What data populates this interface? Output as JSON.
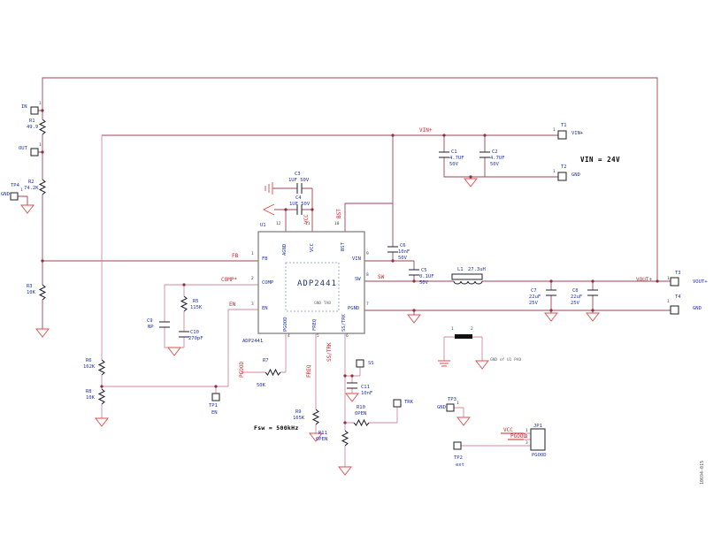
{
  "figure_number": "10694-015",
  "annotations": {
    "vin_voltage": "VIN = 24V",
    "switching_freq": "Fsw = 500kHz",
    "gnd_pad_note": "GND of U1 PAD"
  },
  "ic": {
    "ref": "U1",
    "name": "ADP2441",
    "sub_label": "ADP2441",
    "tab_label": "GND TAB",
    "pins": {
      "fb": {
        "num": "1",
        "name": "FB"
      },
      "comp": {
        "num": "2",
        "name": "COMP"
      },
      "en": {
        "num": "3",
        "name": "EN"
      },
      "pgood": {
        "num": "4",
        "name": "PGOOD"
      },
      "freq": {
        "num": "5",
        "name": "FREQ"
      },
      "sstrk": {
        "num": "6",
        "name": "SS/TRK"
      },
      "pgnd": {
        "num": "7",
        "name": "PGND"
      },
      "sw": {
        "num": "8",
        "name": "SW"
      },
      "vin": {
        "num": "9",
        "name": "VIN"
      },
      "bst": {
        "num": "10",
        "name": "BST"
      },
      "vcc": {
        "num": "11",
        "name": "VCC"
      },
      "agnd": {
        "num": "12",
        "name": "AGND"
      }
    }
  },
  "resistors": {
    "r1": {
      "ref": "R1",
      "value": "49.9"
    },
    "r2": {
      "ref": "R2",
      "value": "74.2K"
    },
    "r3": {
      "ref": "R3",
      "value": "10K"
    },
    "r5": {
      "ref": "R5",
      "value": "115K"
    },
    "r6": {
      "ref": "R6",
      "value": "162K"
    },
    "r7": {
      "ref": "R7",
      "value": "50K"
    },
    "r8": {
      "ref": "R8",
      "value": "10K"
    },
    "r9": {
      "ref": "R9",
      "value": "165K"
    },
    "r10": {
      "ref": "R10",
      "value": "OPEN"
    },
    "r11": {
      "ref": "R11",
      "value": "OPEN"
    }
  },
  "capacitors": {
    "c1": {
      "ref": "C1",
      "value": "4.7UF",
      "rating": "50V"
    },
    "c2": {
      "ref": "C2",
      "value": "4.7UF",
      "rating": "50V"
    },
    "c3": {
      "ref": "C3",
      "value": "1UF 50V"
    },
    "c4": {
      "ref": "C4",
      "value": "1UF 50V"
    },
    "c5": {
      "ref": "C5",
      "value": "0.1UF",
      "rating": "50V"
    },
    "c6": {
      "ref": "C6",
      "value": "10nF",
      "rating": "50V"
    },
    "c7": {
      "ref": "C7",
      "value": "22uF",
      "rating": "25V"
    },
    "c8": {
      "ref": "C8",
      "value": "22uF",
      "rating": "25V"
    },
    "c9": {
      "ref": "C9",
      "value": "NP"
    },
    "c10": {
      "ref": "C10",
      "value": "270pF"
    },
    "c11": {
      "ref": "C11",
      "value": "10nF"
    }
  },
  "inductor": {
    "ref": "L1",
    "value": "27.3uH"
  },
  "net_labels": {
    "vin_plus": "VIN+",
    "sw": "SW",
    "vout_plus": "VOUT+",
    "fb": "FB",
    "comp": "COMP*",
    "en": "EN",
    "vcc": "VCC",
    "bst": "BST",
    "pgood": "PGOOD",
    "freq": "FREQ",
    "sstrk": "SS/TRK",
    "jp_vcc": "VCC",
    "jp_pgood": "PGOOD"
  },
  "terminals": {
    "in": {
      "label": "IN",
      "pin": "1"
    },
    "out": {
      "label": "OUT",
      "pin": "1"
    },
    "t1": {
      "ref": "T1",
      "net": "VIN+",
      "pin": "1"
    },
    "t2": {
      "ref": "T2",
      "net": "GND",
      "pin": "1"
    },
    "t3": {
      "ref": "T3",
      "net": "VOUT+",
      "pin": "1"
    },
    "t4": {
      "ref": "T4",
      "net": "GND",
      "pin": "1"
    },
    "ss": {
      "label": "SS"
    },
    "trk": {
      "label": "TRK"
    }
  },
  "test_points": {
    "tp1": {
      "ref": "TP1",
      "net": "EN"
    },
    "tp2": {
      "ref": "TP2",
      "net": "ext"
    },
    "tp3": {
      "ref": "TP3",
      "net": "GND",
      "pin": "1"
    },
    "tp4": {
      "ref": "TP4",
      "net": "GND",
      "pin": "1"
    }
  },
  "connector": {
    "ref": "JP1",
    "label": "PGOOD",
    "pins": [
      "1",
      "2",
      "3"
    ]
  },
  "jumper": {
    "pins": [
      "1",
      "2"
    ]
  },
  "colors": {
    "wire": "#9e4455",
    "wire_light": "#d08a98",
    "net_label": "#cc2529",
    "designator": "#2233aa",
    "ground": "#e04848",
    "annotation": "#000000"
  }
}
